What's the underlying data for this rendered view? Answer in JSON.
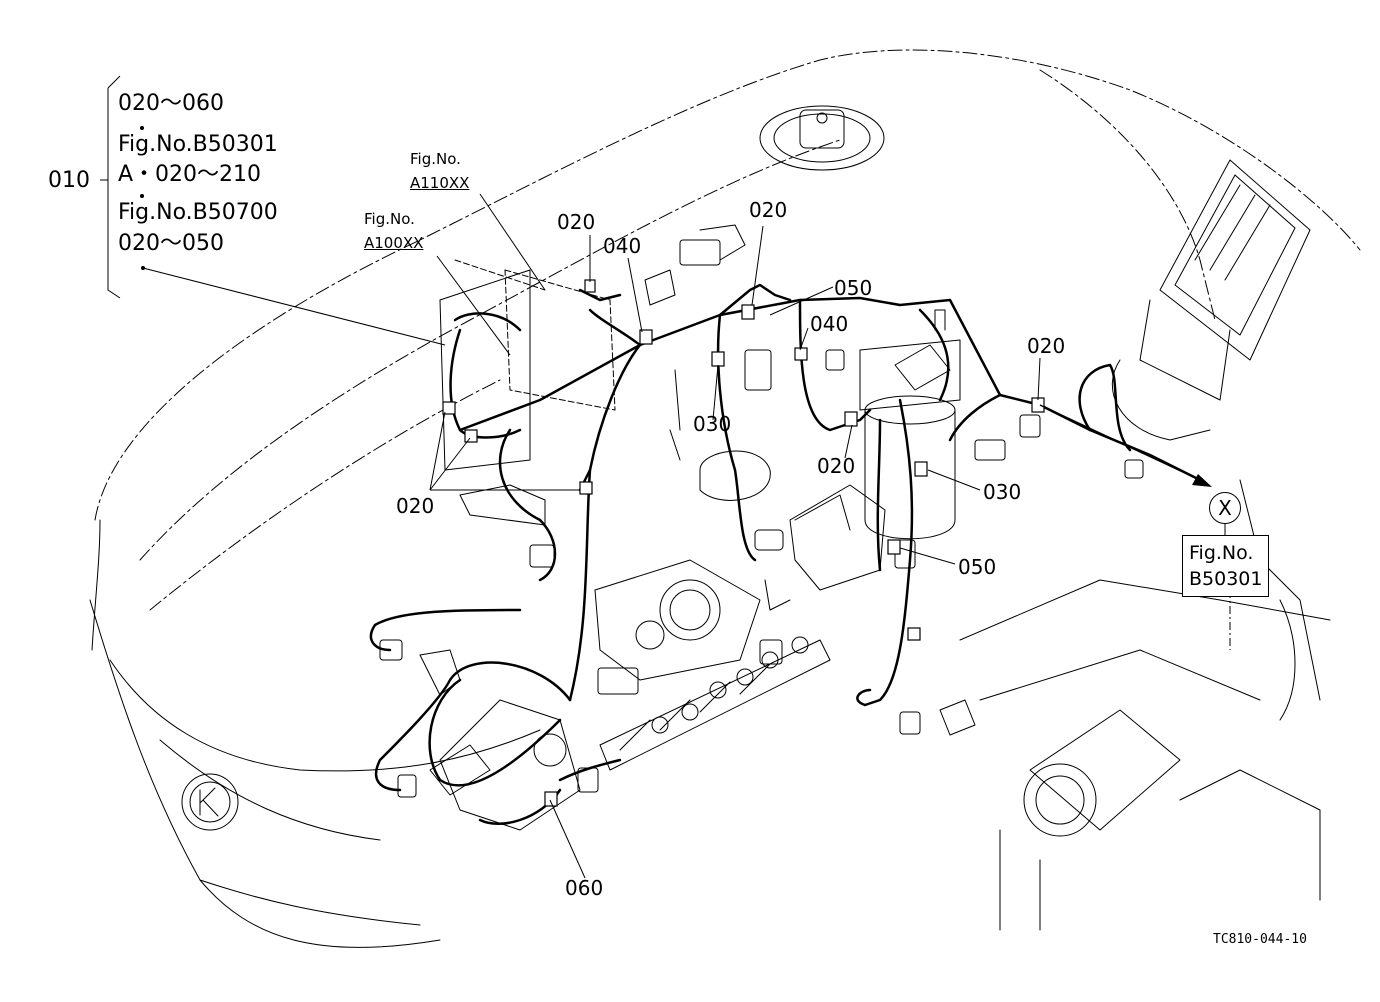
{
  "legend": {
    "main_ref": "010",
    "lines": [
      "020～060",
      "Fig.No.B50301",
      "A・020～210",
      "Fig.No.B50700",
      "020～050"
    ]
  },
  "fig_refs": {
    "a110": {
      "title": "Fig.No.",
      "code": "A110XX"
    },
    "a100": {
      "title": "Fig.No.",
      "code": "A100XX"
    },
    "b50301": {
      "title": "Fig.No.",
      "code": "B50301"
    }
  },
  "callout_x": "X",
  "parts": {
    "p020_top_left": "020",
    "p040_left": "040",
    "p020_top_center": "020",
    "p050_top": "050",
    "p040_right": "040",
    "p020_right": "020",
    "p030_center": "030",
    "p020_center": "020",
    "p030_right": "030",
    "p050_mid": "050",
    "p020_bottom_left": "020",
    "p060": "060"
  },
  "drawing_code": "TC810-044-10",
  "colors": {
    "line": "#000000",
    "background": "#ffffff"
  }
}
